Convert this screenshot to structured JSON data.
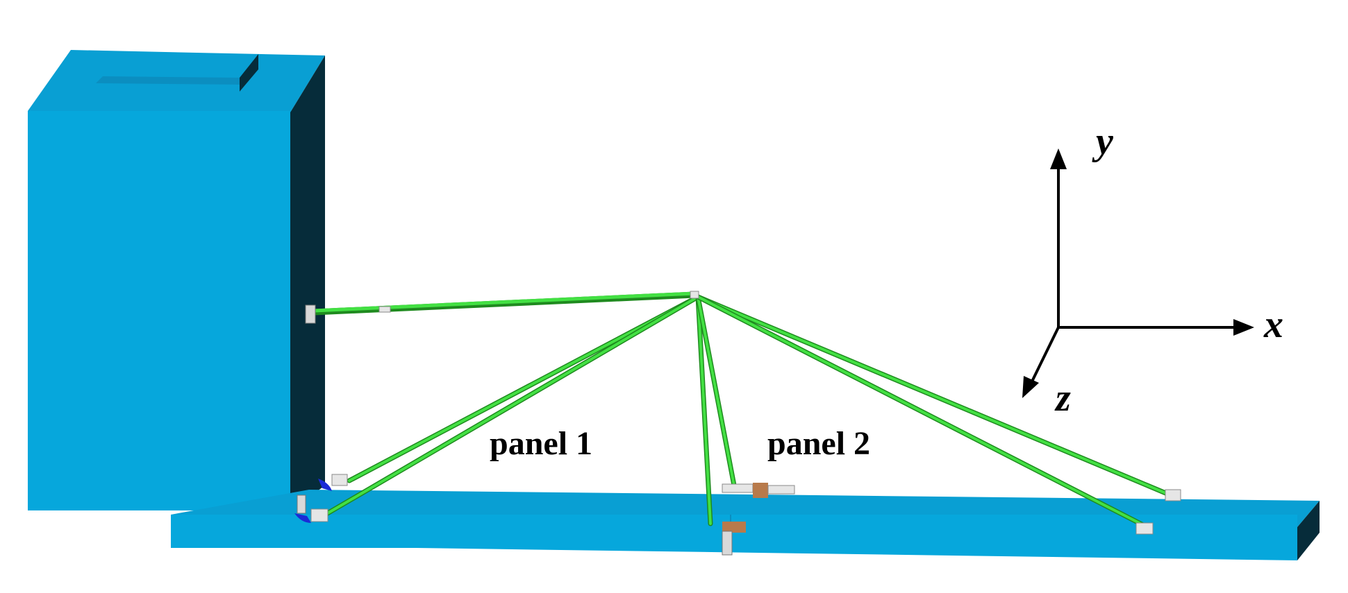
{
  "labels": {
    "panel1": "panel 1",
    "panel2": "panel 2"
  },
  "axes": {
    "x": "x",
    "y": "y",
    "z": "z"
  },
  "colors": {
    "structure_front": "#06a7dc",
    "structure_top": "#099fd3",
    "structure_side": "#062c3a",
    "cable": "#3fd63f",
    "cable_dark": "#1f8a1f",
    "joint": "#d9d9d9",
    "bracket": "#b87a4b",
    "axis": "#000000"
  }
}
